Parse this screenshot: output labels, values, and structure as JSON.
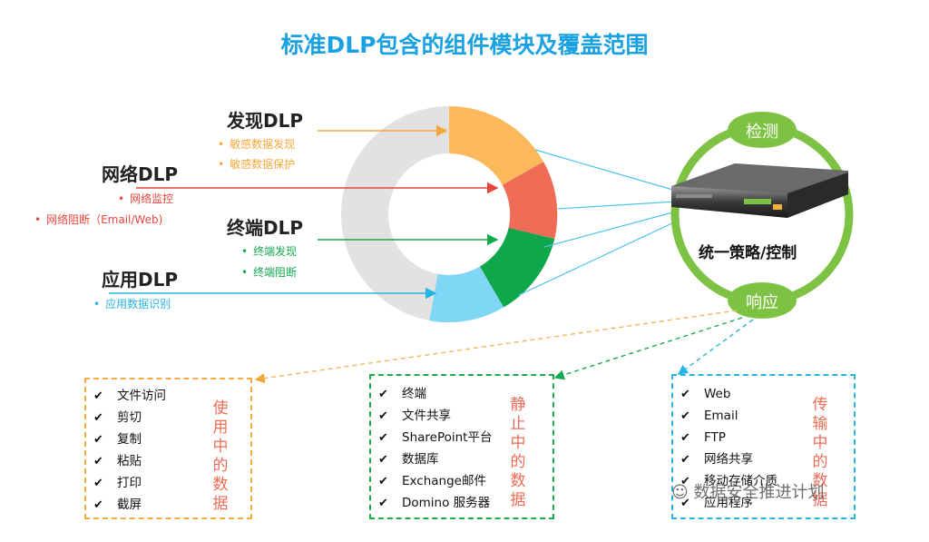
{
  "title": "标准DLP包含的组件模块及覆盖范围",
  "components": [
    {
      "name": "发现DLP",
      "items": [
        "敏感数据发现",
        "敏感数据保护"
      ],
      "color": "#f4a83a"
    },
    {
      "name": "网络DLP",
      "items": [
        "网络监控",
        "网络阻断（Email/Web)"
      ],
      "color": "#e8453c"
    },
    {
      "name": "终端DLP",
      "items": [
        "终端发现",
        "终端阻断"
      ],
      "color": "#14a850"
    },
    {
      "name": "应用DLP",
      "items": [
        "应用数据识别"
      ],
      "color": "#27b4e6"
    }
  ],
  "center": {
    "label": "统一策略/控制",
    "top": "检测",
    "bottom": "响应"
  },
  "boxes": [
    {
      "label": "使用中的数据",
      "items": [
        "文件访问",
        "剪切",
        "复制",
        "粘贴",
        "打印",
        "截屏"
      ],
      "color": "#f5a940"
    },
    {
      "label": "静止中的数据",
      "items": [
        "终端",
        "文件共享",
        "SharePoint平台",
        "数据库",
        "Exchange邮件",
        "Domino 服务器"
      ],
      "color": "#1daa4c"
    },
    {
      "label": "传输中的数据",
      "items": [
        "Web",
        "Email",
        "FTP",
        "网络共享",
        "移动存储介质",
        "应用程序"
      ],
      "color": "#28b4e3"
    }
  ],
  "watermark": "数据安全推进计划",
  "colors": {
    "title": "#1aa1e1",
    "ring_green": "#7dc242",
    "donut_gray": "#e2e2e2"
  }
}
